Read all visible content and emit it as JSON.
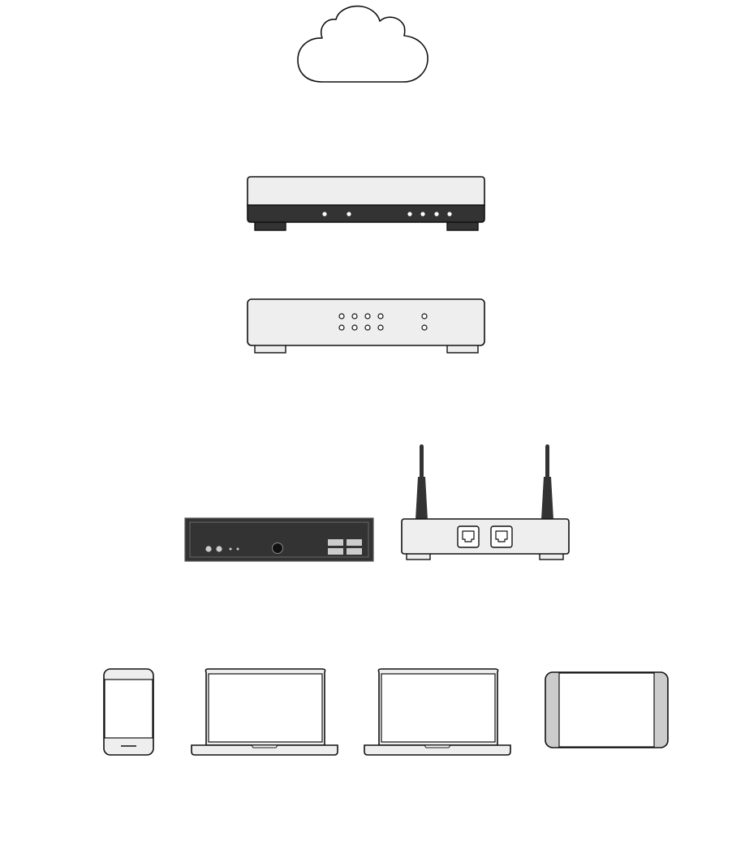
{
  "diagram": {
    "nodes": [
      {
        "id": "internet",
        "icon": "cloud-icon"
      },
      {
        "id": "modem",
        "icon": "modem-icon"
      },
      {
        "id": "switch",
        "icon": "network-switch-icon"
      },
      {
        "id": "mini-pc",
        "icon": "mini-pc-icon"
      },
      {
        "id": "wifi-router",
        "icon": "wireless-router-icon"
      },
      {
        "id": "phone",
        "icon": "smartphone-icon"
      },
      {
        "id": "laptop-1",
        "icon": "laptop-icon"
      },
      {
        "id": "laptop-2",
        "icon": "laptop-icon"
      },
      {
        "id": "tablet",
        "icon": "tablet-icon"
      }
    ],
    "colors": {
      "stroke": "#111111",
      "light_fill": "#eeeeee",
      "dark_fill": "#333333",
      "mid_fill": "#cccccc",
      "background": "#ffffff"
    }
  }
}
